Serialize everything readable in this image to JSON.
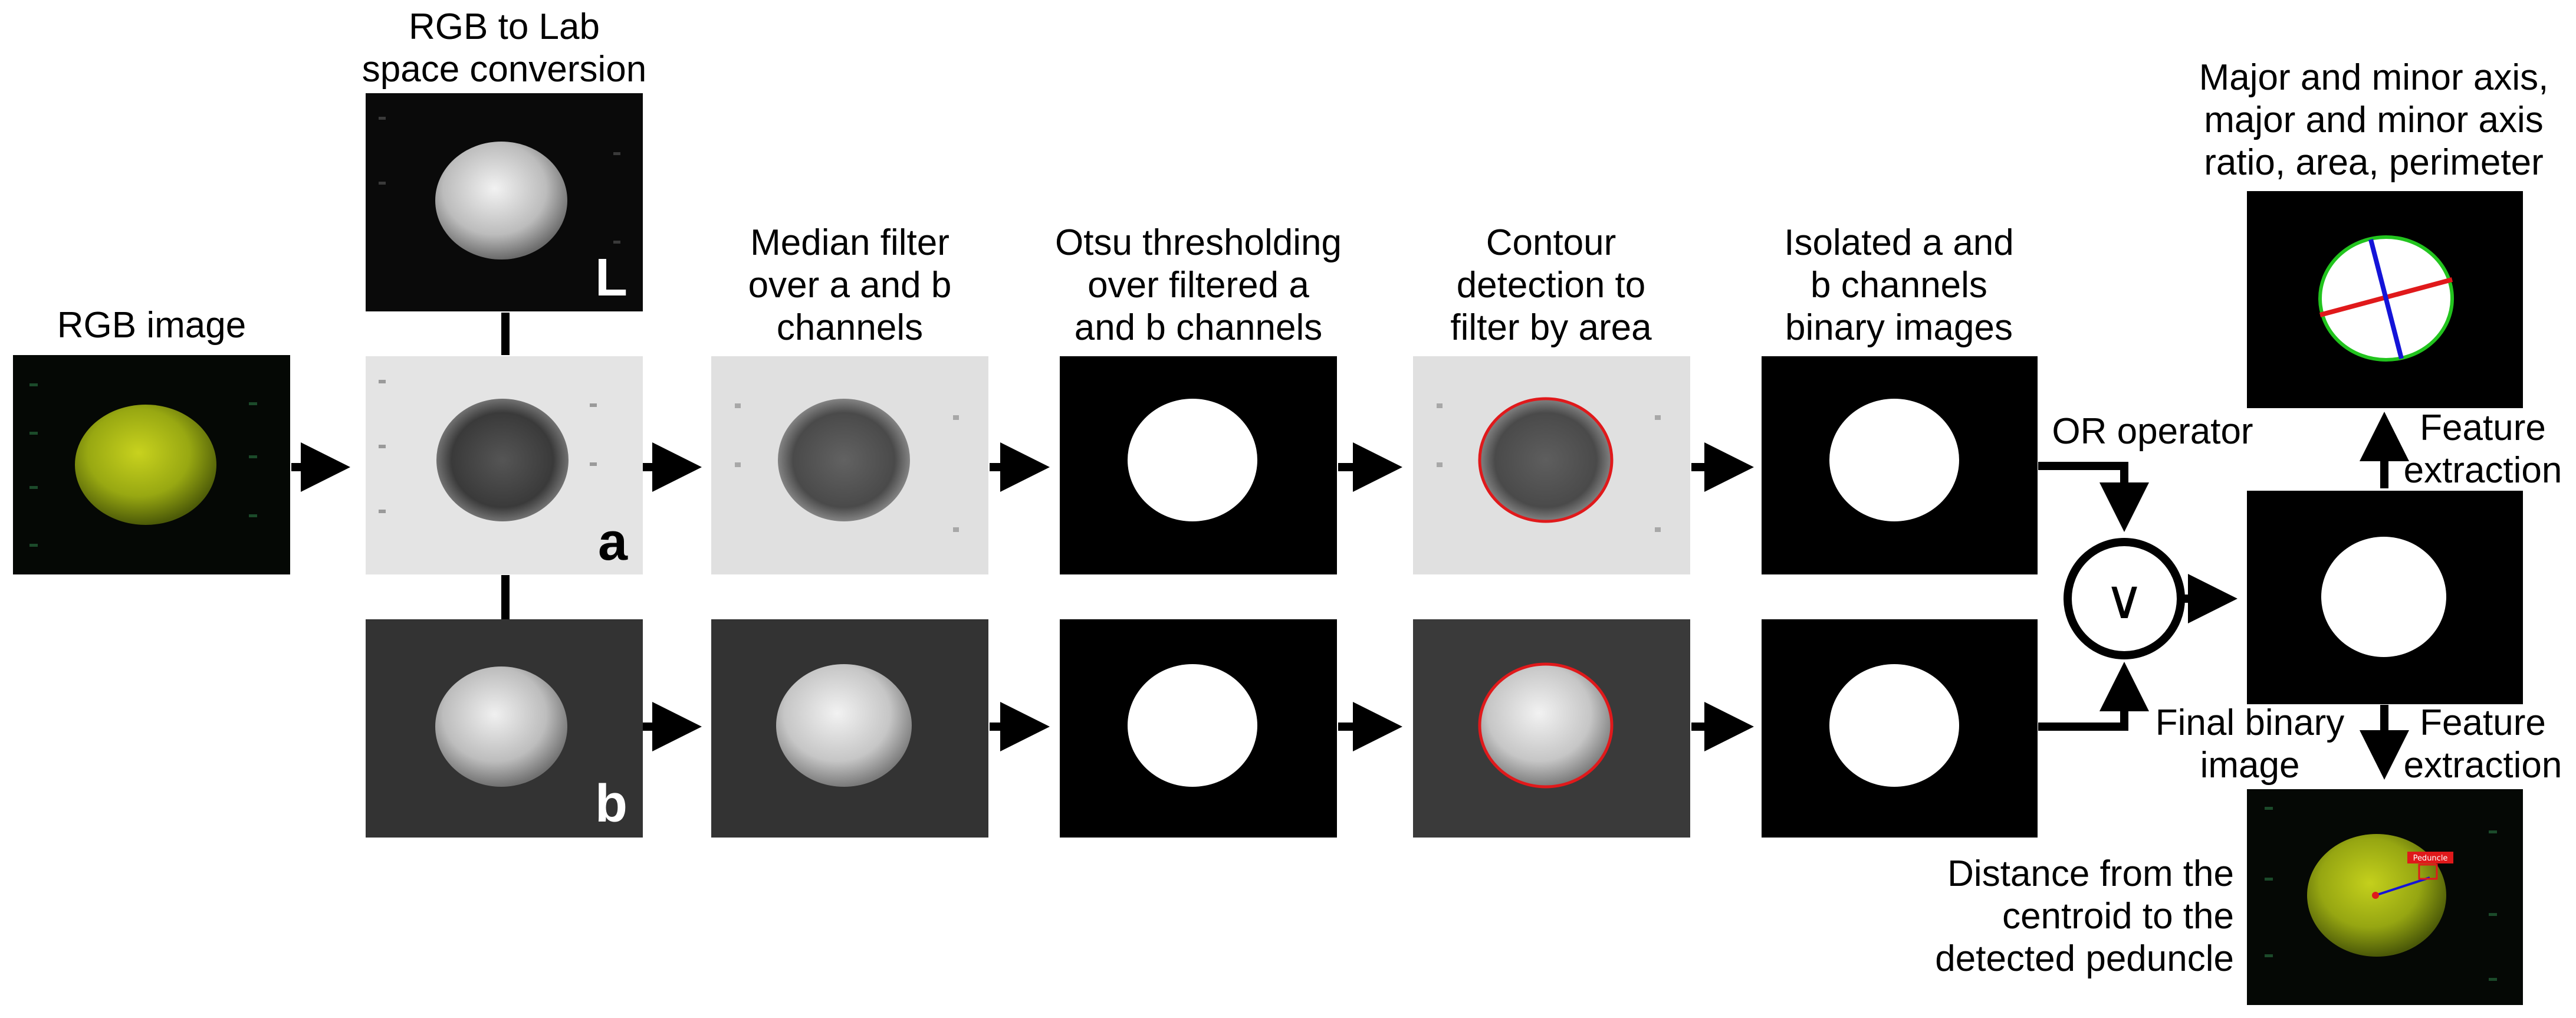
{
  "labels": {
    "rgb_image": [
      "RGB image"
    ],
    "lab_conversion": [
      "RGB to Lab",
      "space conversion"
    ],
    "median_filter": [
      "Median filter",
      "over a and b",
      "channels"
    ],
    "otsu": [
      "Otsu thresholding",
      "over filtered a",
      "and b channels"
    ],
    "contour": [
      "Contour",
      "detection to",
      "filter by area"
    ],
    "isolated": [
      "Isolated a and",
      "b channels",
      "binary images"
    ],
    "or_operator": [
      "OR operator"
    ],
    "final_binary": [
      "Final binary",
      "image"
    ],
    "feature_extraction_top": [
      "Feature",
      "extraction"
    ],
    "feature_extraction_bottom": [
      "Feature",
      "extraction"
    ],
    "axis_features": [
      "Major and minor axis,",
      "major and minor axis",
      "ratio, area, perimeter"
    ],
    "peduncle_distance": [
      "Distance from the",
      "centroid to the",
      "detected peduncle"
    ]
  },
  "channels": {
    "L": "L",
    "a": "a",
    "b": "b"
  },
  "operator_symbol": "∨",
  "peduncle_tag": "Peduncle",
  "colors": {
    "contour": "#e0191b",
    "major_axis": "#e0191b",
    "minor_axis": "#1414d8",
    "ellipse": "#22c41e",
    "fruit": "#b8c41a",
    "panel_black": "#000000",
    "panel_light": "#e2e2e2",
    "panel_dark": "#3a3a3a"
  }
}
